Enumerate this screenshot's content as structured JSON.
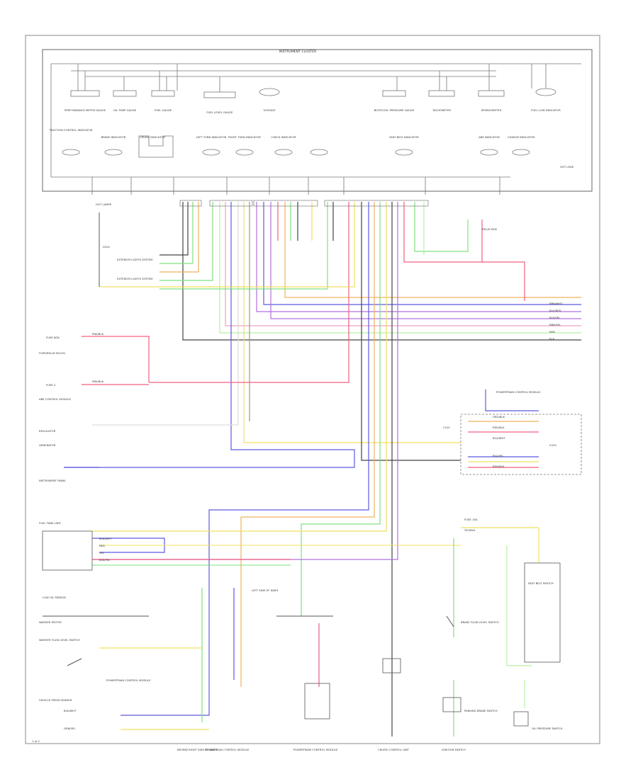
{
  "colors": {
    "black": "#444444",
    "yellow": "#f0e060",
    "green": "#7ee07e",
    "lightgreen": "#b8f0a0",
    "blue": "#5a5ae0",
    "violet": "#b070e0",
    "red": "#f06080",
    "pink": "#f0a0c8",
    "orange": "#f0b060",
    "gray": "#999999"
  },
  "cluster": {
    "title": "INSTRUMENT CLUSTER",
    "gauges_top": [
      "PERFORMANCE METER GAUGE",
      "OIL TEMP GAUGE",
      "FUEL GAUGE",
      "FUEL LEVEL GAUGE",
      "VOLTAGE",
      "BOOST/OIL PRESSURE GAUGE",
      "TACHOMETER",
      "SPEEDOMETER",
      "FUEL LOW INDICATOR"
    ],
    "indicators": [
      "TRACTION CONTROL INDICATOR",
      "BRAKE INDICATOR",
      "CRUISE INDICATOR",
      "LEFT TURN INDICATOR",
      "RIGHT TURN INDICATOR",
      "CHECK INDICATOR",
      "SEAT BELT INDICATOR",
      "ABS INDICATOR",
      "CHARGE INDICATOR"
    ],
    "hot_label": "HOT LEDS"
  },
  "left": {
    "hot_lamps": "HOT LAMPS",
    "ground": "G301",
    "ext_lights_1": "EXTERIOR LIGHTS SYSTEM",
    "ext_lights_2": "EXTERIOR LIGHTS SYSTEM",
    "fuse_1": "FUSE BOX",
    "fuse_1_wire": "PNK/BLK",
    "fuse_block": "FUSE/RELAY BLOCK",
    "fuse_2": "FUSE 2",
    "fuse_2_wire": "PNK/BLK",
    "abs_ctrl": "ABS CONTROL MODULE",
    "regulator": "REGULATOR",
    "generator": "GENERATOR",
    "inst_panel": "INSTRUMENT PANEL",
    "fuel_tank": "FUEL TANK UNIT",
    "fuel_tank_wires": [
      "BLK/WHT",
      "RED",
      "YEL",
      "BLK/YEL"
    ],
    "low_oil": "LOW OIL SENSOR",
    "wash_motor": "WASHER MOTOR",
    "wash_fluid": "WASHER FLUID LEVEL SWITCH",
    "vss": "VEHICLE SPEED SENSOR",
    "vss_wires": [
      "BLK/WHT",
      "GRN/YEL"
    ],
    "pcm_left": "POWERTRAIN CONTROL MODULE",
    "pcm_left_sub": "BEHIND RIGHT SIDE OF DASH"
  },
  "right": {
    "relay_box": "RELAY BOX",
    "wire_colors": [
      "BRN/WHT",
      "BLU/RED",
      "BLK/YEL",
      "BRN/YEL",
      "RED",
      "BLK"
    ],
    "pcm_right": "POWERTRAIN CONTROL MODULE",
    "connector": "C101",
    "pcm_pins": [
      "ORG/BLK",
      "RED/BLK",
      "BLU/WHT",
      "BLU/YEL",
      "RED/BLK"
    ],
    "g_label": "G101",
    "fuse_r": "FUSE 15A",
    "fuse_r_wire": "YEL/BLK",
    "brake_sw": "BRAKE FLUID LEVEL SWITCH",
    "parking_sw": "PARKING BRAKE SWITCH",
    "seat_belt": "SEAT BELT SWITCH",
    "pcm_bottom": "POWERTRAIN CONTROL MODULE",
    "pcm_bottom2": "POWERTRAIN CONTROL MODULE",
    "cruise": "CRUISE CONTROL UNIT",
    "oil_pressure": "OIL PRESSURE SWITCH",
    "ignition": "IGNITION SWITCH",
    "left_side": "LEFT SIDE OF DASH"
  },
  "footer": {
    "page_no": "1 of 2"
  }
}
